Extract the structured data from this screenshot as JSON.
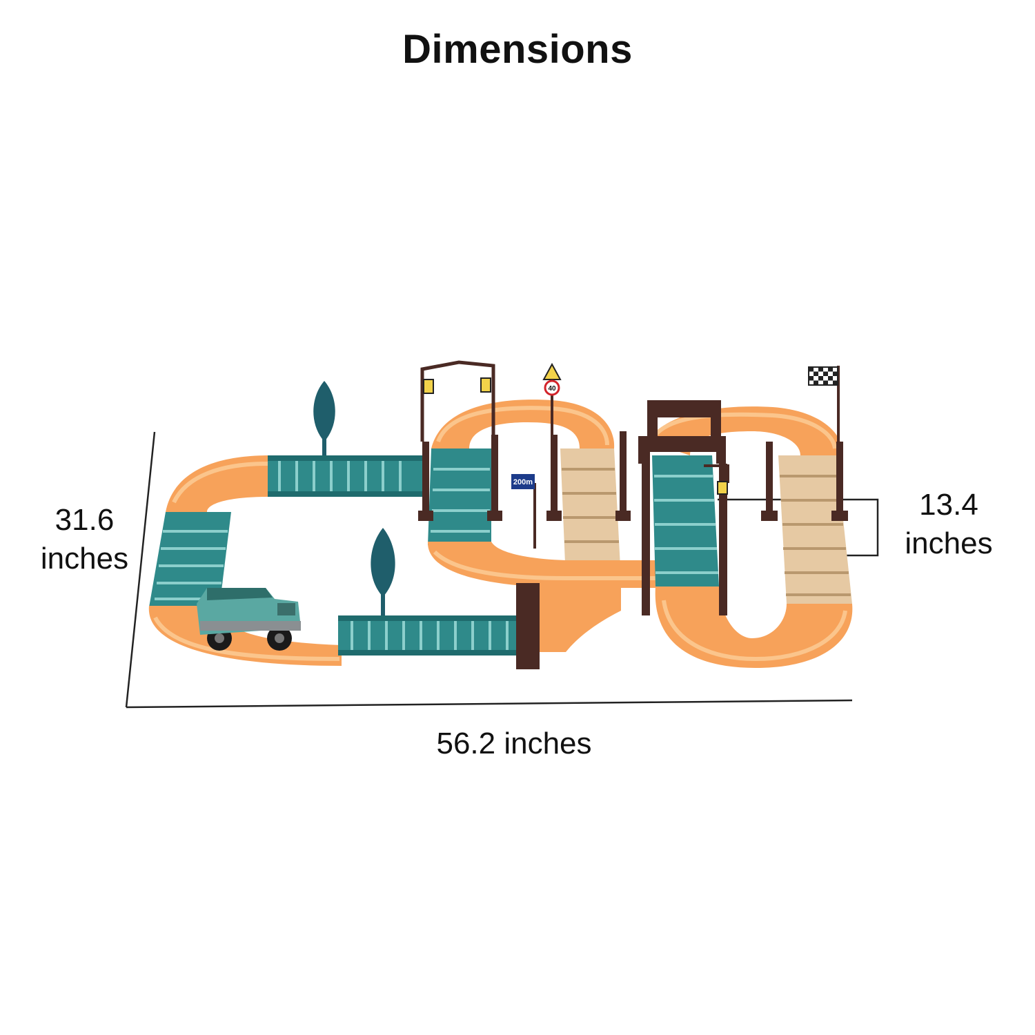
{
  "page": {
    "title": "Dimensions"
  },
  "dimensions": {
    "depth": {
      "value": "31.6",
      "unit": "inches"
    },
    "height": {
      "value": "13.4",
      "unit": "inches"
    },
    "width": {
      "label": "56.2 inches"
    }
  },
  "signs": {
    "distance": "200m",
    "speed_limit": "40"
  },
  "colors": {
    "track_orange": "#f7a25a",
    "track_orange_light": "#fbc58c",
    "rail_teal": "#2f8a8a",
    "rail_teal_dark": "#1f6b6d",
    "ramp_tan": "#e6c9a3",
    "support_brown": "#4a2a24",
    "tree_teal": "#1f5e6b",
    "car_teal": "#5aa8a2",
    "guide_line": "#222222"
  }
}
